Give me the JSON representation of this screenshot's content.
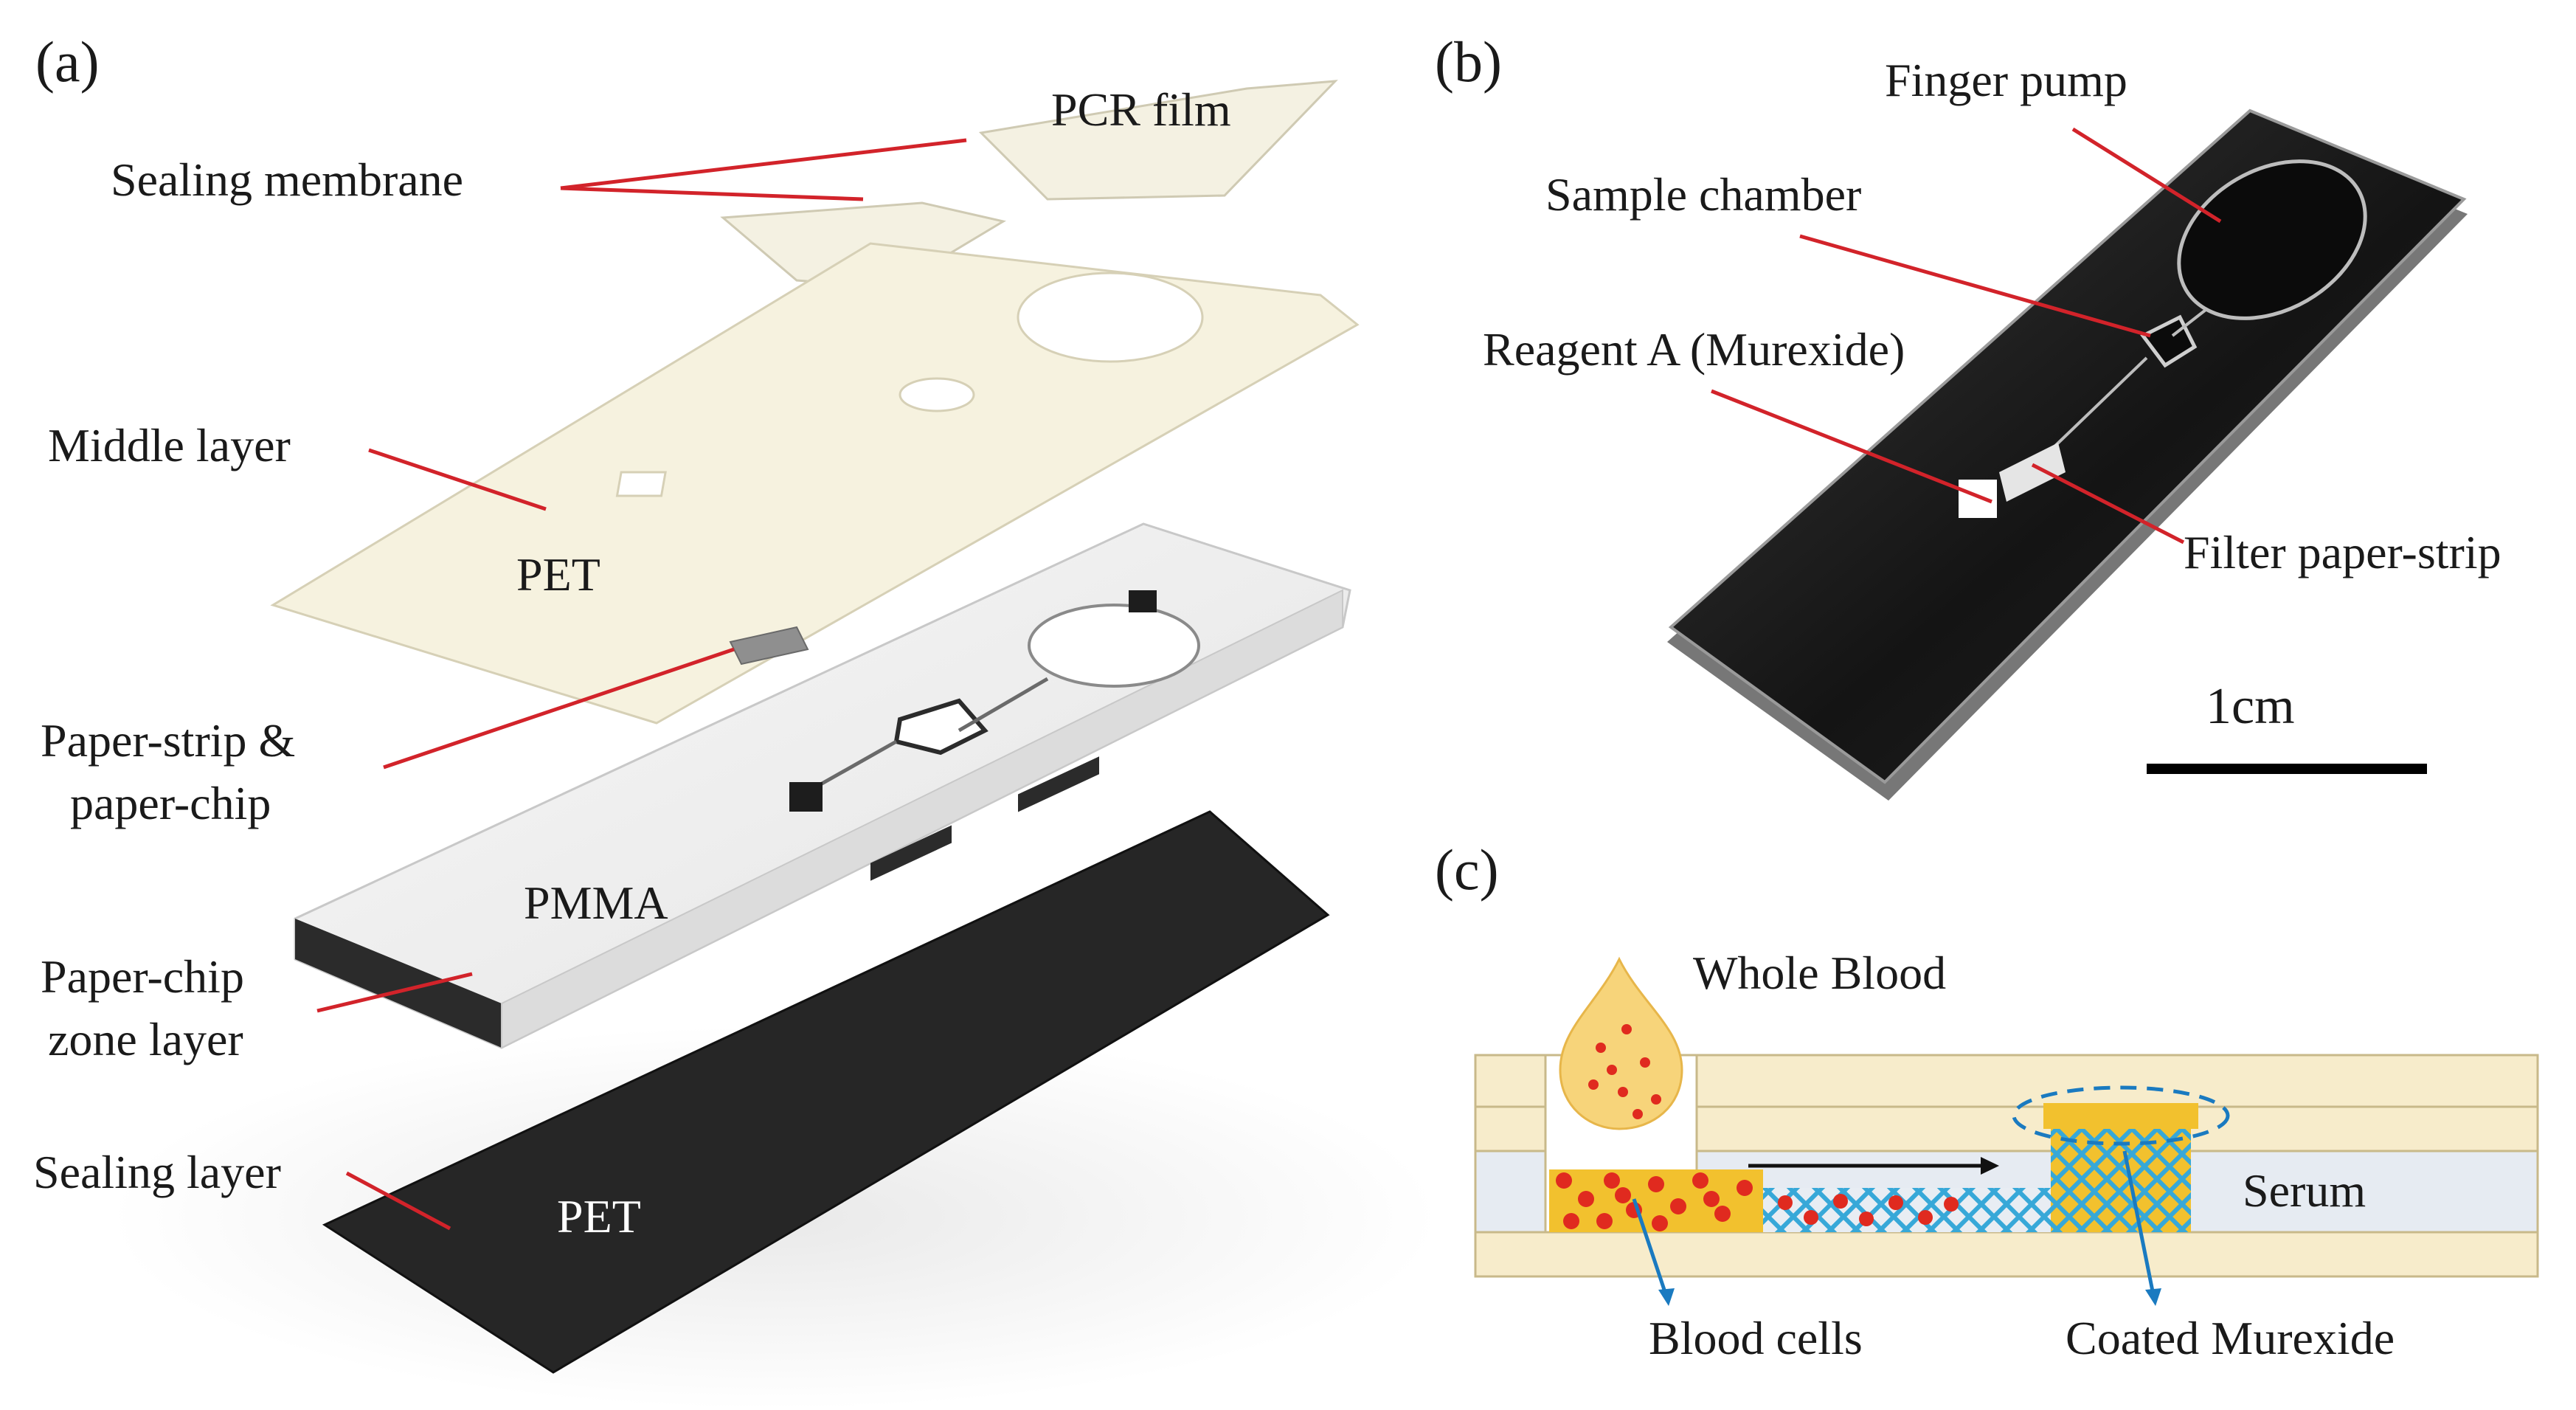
{
  "panel_a": {
    "tag": "(a)",
    "labels": {
      "pcr_film": "PCR film",
      "sealing_membrane": "Sealing membrane",
      "middle_layer": "Middle layer",
      "pet_middle": "PET",
      "paper_strip_line1": "Paper-strip &",
      "paper_strip_line2": "paper-chip",
      "pmma": "PMMA",
      "zone_line1": "Paper-chip",
      "zone_line2": "zone layer",
      "sealing_layer": "Sealing layer",
      "pet_bottom": "PET"
    }
  },
  "panel_b": {
    "tag": "(b)",
    "labels": {
      "finger_pump": "Finger pump",
      "sample_chamber": "Sample chamber",
      "reagent_a": "Reagent A (Murexide)",
      "filter_strip": "Filter paper-strip",
      "scale_bar": "1cm"
    }
  },
  "panel_c": {
    "tag": "(c)",
    "labels": {
      "whole_blood": "Whole Blood",
      "serum": "Serum",
      "blood_cells": "Blood cells",
      "coated_murexide": "Coated Murexide"
    }
  },
  "colors": {
    "leader": "#d2232a",
    "blue_leader": "#1a7ac0",
    "pet_cream": "#f6f2df",
    "dark_layer": "#2b2b2b",
    "layer_yellow": "#f7eccb",
    "murexide_yellow": "#f2c12e",
    "mesh_blue": "#37a8d8",
    "blood_red": "#e02a1f"
  }
}
